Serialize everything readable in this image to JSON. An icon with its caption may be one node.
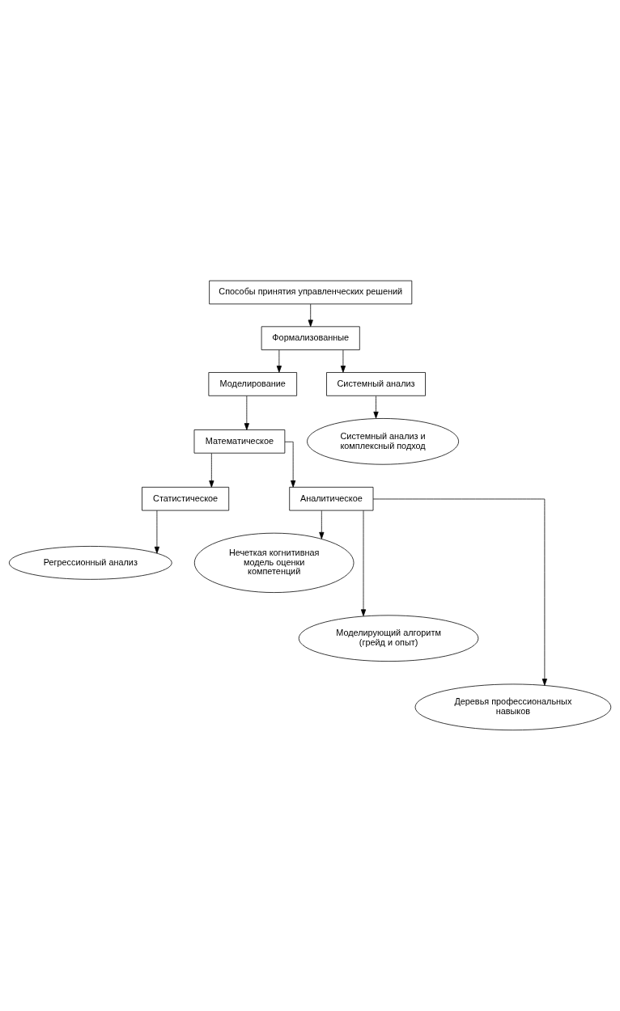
{
  "diagram": {
    "nodes": [
      {
        "text": [
          "Способы принятия управленческих решений"
        ]
      },
      {
        "text": [
          "Формализованные"
        ]
      },
      {
        "text": [
          "Моделирование"
        ]
      },
      {
        "text": [
          "Системный анализ"
        ]
      },
      {
        "text": [
          "Системный анализ и комплексный подход"
        ]
      },
      {
        "text": [
          "Математическое"
        ]
      },
      {
        "text": [
          "Статистическое"
        ]
      },
      {
        "text": [
          "Аналитическое"
        ]
      },
      {
        "text": [
          "Регрессионный анализ"
        ]
      },
      {
        "text": [
          "Нечеткая когнитивная модель оценки компетенций"
        ]
      },
      {
        "text": [
          "Моделирующий алгоритм (грейд и опыт)"
        ]
      },
      {
        "text": [
          "Деревья профессиональных навыков"
        ]
      }
    ],
    "edges": [
      {
        "from": 0,
        "to": 1,
        "arrow": "to"
      },
      {
        "from": 1,
        "to": 2,
        "arrow": "to"
      },
      {
        "from": 1,
        "to": 3,
        "arrow": "to"
      },
      {
        "from": 3,
        "to": 4,
        "arrow": "to"
      },
      {
        "from": 2,
        "to": 5,
        "arrow": "to"
      },
      {
        "from": 5,
        "to": 6,
        "arrow": "to"
      },
      {
        "from": 5,
        "to": 7,
        "arrow": "to"
      },
      {
        "from": 6,
        "to": 8,
        "arrow": "to"
      },
      {
        "from": 7,
        "to": 9,
        "arrow": "to"
      },
      {
        "from": 7,
        "to": 10,
        "arrow": "to"
      },
      {
        "from": 7,
        "to": 11,
        "arrow": "to"
      }
    ]
  }
}
